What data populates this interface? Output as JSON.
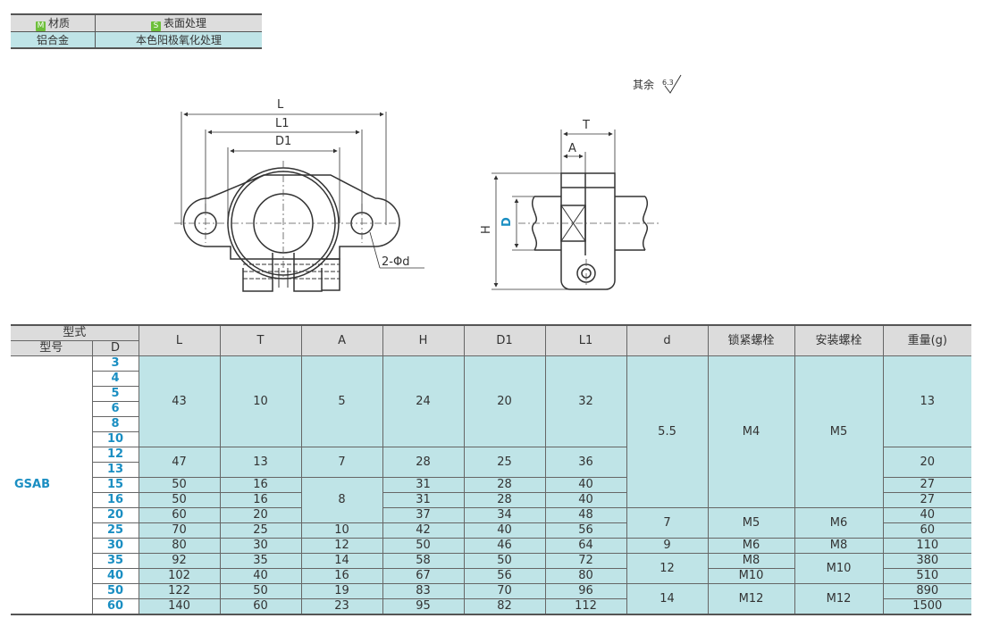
{
  "material_table": {
    "headers": [
      {
        "badge": "M",
        "label": "材质"
      },
      {
        "badge": "S",
        "label": "表面处理"
      }
    ],
    "values": [
      "铝合金",
      "本色阳极氧化处理"
    ]
  },
  "surface_note": {
    "text": "其余",
    "roughness": "6.3"
  },
  "drawing": {
    "labels": {
      "L": "L",
      "L1": "L1",
      "D1": "D1",
      "hole": "2-Φd",
      "T": "T",
      "A": "A",
      "H": "H",
      "D": "D"
    }
  },
  "spec_table": {
    "group_header": "型式",
    "sub_headers": [
      "型号",
      "D"
    ],
    "columns": [
      "L",
      "T",
      "A",
      "H",
      "D1",
      "L1",
      "d",
      "锁紧螺栓",
      "安装螺栓",
      "重量(g)"
    ],
    "model": "GSAB",
    "d_values": [
      "3",
      "4",
      "5",
      "6",
      "8",
      "10",
      "12",
      "13",
      "15",
      "16",
      "20",
      "25",
      "30",
      "35",
      "40",
      "50",
      "60"
    ],
    "rows": [
      {
        "D": [
          "3",
          "4",
          "5",
          "6",
          "8",
          "10"
        ],
        "L": "43",
        "T": "10",
        "A": "5",
        "H": "24",
        "D1": "20",
        "L1": "32",
        "weight": "13"
      },
      {
        "D": [
          "12",
          "13"
        ],
        "L": "47",
        "T": "13",
        "A": "7",
        "H": "28",
        "D1": "25",
        "L1": "36",
        "weight": "20"
      },
      {
        "D": [
          "15"
        ],
        "L": "50",
        "T": "16",
        "A": "8",
        "H": "31",
        "D1": "28",
        "L1": "40",
        "weight": "27"
      },
      {
        "D": [
          "16"
        ],
        "L": "50",
        "T": "16",
        "A": "8",
        "H": "31",
        "D1": "28",
        "L1": "40",
        "weight": "27"
      },
      {
        "D": [
          "20"
        ],
        "L": "60",
        "T": "20",
        "A": "8",
        "H": "37",
        "D1": "34",
        "L1": "48",
        "weight": "40"
      },
      {
        "D": [
          "25"
        ],
        "L": "70",
        "T": "25",
        "A": "10",
        "H": "42",
        "D1": "40",
        "L1": "56",
        "weight": "60"
      },
      {
        "D": [
          "30"
        ],
        "L": "80",
        "T": "30",
        "A": "12",
        "H": "50",
        "D1": "46",
        "L1": "64",
        "weight": "110"
      },
      {
        "D": [
          "35"
        ],
        "L": "92",
        "T": "35",
        "A": "14",
        "H": "58",
        "D1": "50",
        "L1": "72",
        "weight": "380"
      },
      {
        "D": [
          "40"
        ],
        "L": "102",
        "T": "40",
        "A": "16",
        "H": "67",
        "D1": "56",
        "L1": "80",
        "weight": "510"
      },
      {
        "D": [
          "50"
        ],
        "L": "122",
        "T": "50",
        "A": "19",
        "H": "83",
        "D1": "70",
        "L1": "96",
        "weight": "890"
      },
      {
        "D": [
          "60"
        ],
        "L": "140",
        "T": "60",
        "A": "23",
        "H": "95",
        "D1": "82",
        "L1": "112",
        "weight": "1500"
      }
    ],
    "d_groups": [
      {
        "D": "3–16",
        "d": "5.5",
        "lock": "M4",
        "mount": "M5"
      },
      {
        "D": "20–25",
        "d": "7",
        "lock": "M5",
        "mount": "M6"
      },
      {
        "D": "30",
        "d": "9",
        "lock": "M6",
        "mount": "M8"
      },
      {
        "D": "35",
        "d": "12",
        "lock": "M8",
        "mount": "M10"
      },
      {
        "D": "40",
        "d": "12",
        "lock": "M10",
        "mount": "M10"
      },
      {
        "D": "50–60",
        "d": "14",
        "lock": "M12",
        "mount": "M12"
      }
    ]
  }
}
